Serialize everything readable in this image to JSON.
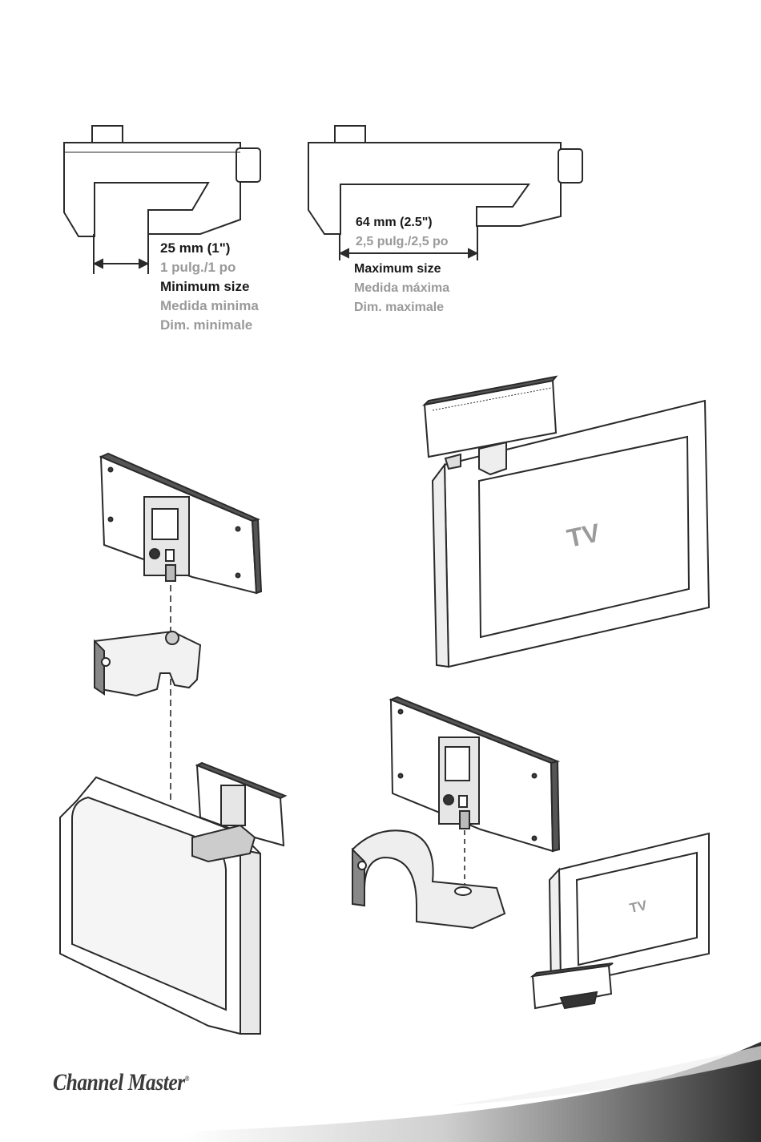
{
  "min_size": {
    "dimension": "25 mm (1\")",
    "dimension_alt": "1 pulg./1 po",
    "label_en": "Minimum size",
    "label_es": "Medida minima",
    "label_fr": "Dim. minimale"
  },
  "max_size": {
    "dimension": "64 mm (2.5\")",
    "dimension_alt": "2,5 pulg./2,5 po",
    "label_en": "Maximum size",
    "label_es": "Medida máxima",
    "label_fr": "Dim. maximale"
  },
  "tv_labels": {
    "large": "TV",
    "small": "TV"
  },
  "brand": {
    "name": "Channel Master",
    "mark": "®"
  },
  "colors": {
    "line": "#2a2a2a",
    "fill_grey": "#d9d9d9",
    "fill_dark": "#555555",
    "text_grey": "#9a9a9a",
    "swoosh": "#3c3c3c"
  }
}
